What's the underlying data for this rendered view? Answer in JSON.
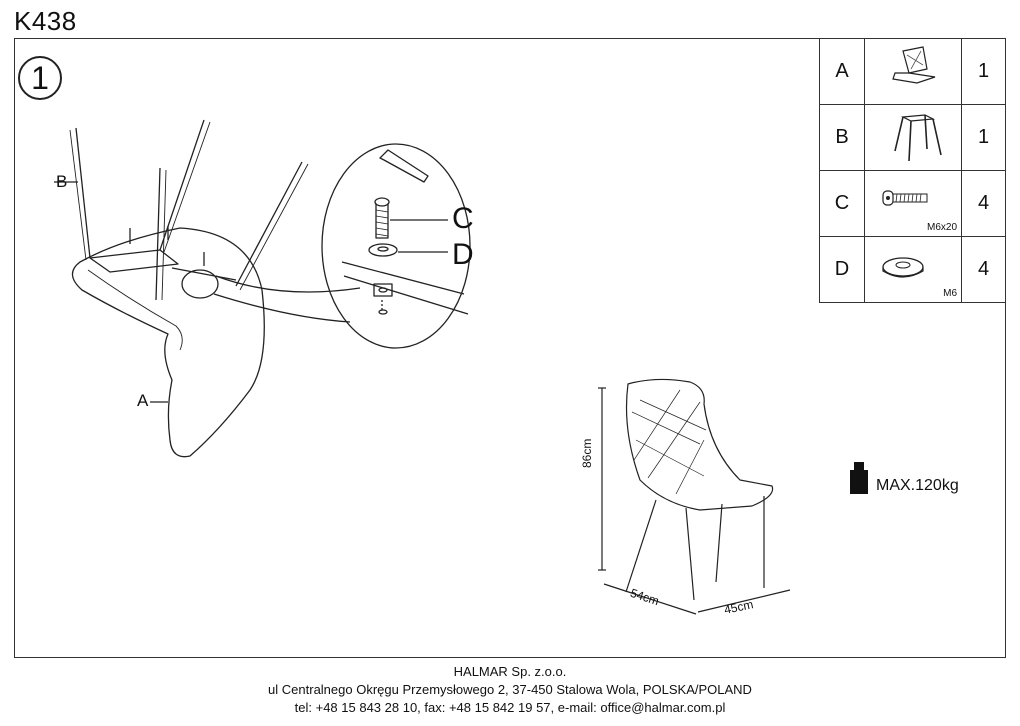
{
  "header": {
    "model_code": "K438",
    "step_number": "1"
  },
  "parts": [
    {
      "letter": "A",
      "icon": "seat-icon",
      "qty": "1",
      "spec": ""
    },
    {
      "letter": "B",
      "icon": "legs-frame-icon",
      "qty": "1",
      "spec": ""
    },
    {
      "letter": "C",
      "icon": "bolt-icon",
      "qty": "4",
      "spec": "M6x20"
    },
    {
      "letter": "D",
      "icon": "washer-icon",
      "qty": "4",
      "spec": "M6"
    }
  ],
  "diagram": {
    "label_b": "B",
    "label_a": "A",
    "label_c": "C",
    "label_d": "D"
  },
  "dimensions": {
    "height": "86cm",
    "depth": "54cm",
    "width": "45cm"
  },
  "max_load": "MAX.120kg",
  "footer": {
    "company": "HALMAR Sp. z.o.o.",
    "address": "ul Centralnego Okręgu Przemysłowego 2, 37-450 Stalowa Wola, POLSKA/POLAND",
    "contact": "tel: +48 15 843 28 10, fax: +48 15 842 19 57, e-mail: office@halmar.com.pl"
  }
}
